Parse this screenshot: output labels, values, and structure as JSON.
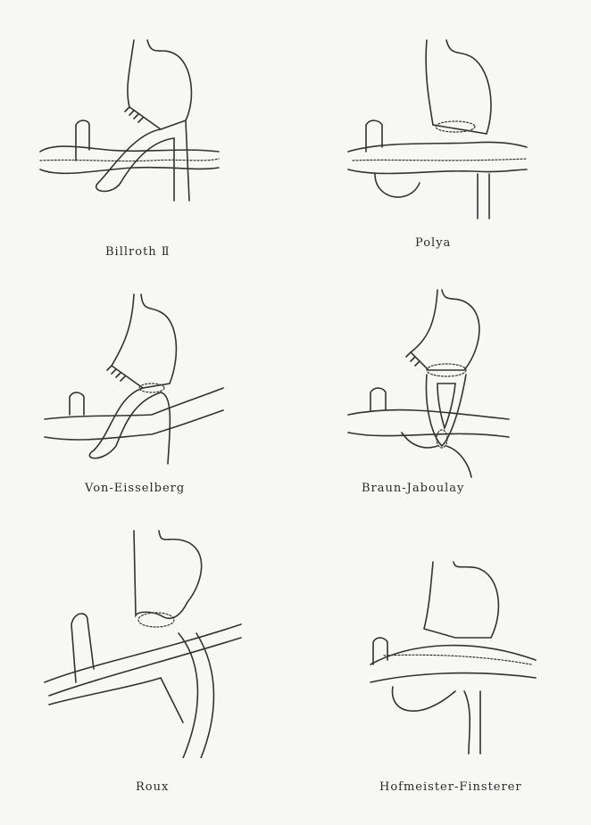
{
  "figure": {
    "panels": [
      {
        "id": "billroth-ii",
        "label": "Billroth Ⅱ"
      },
      {
        "id": "polya",
        "label": "Polya"
      },
      {
        "id": "von-eisselberg",
        "label": "Von-Eisselberg"
      },
      {
        "id": "braun-jaboulay",
        "label": "Braun-Jaboulay"
      },
      {
        "id": "roux",
        "label": "Roux"
      },
      {
        "id": "hofmeister-finsterer",
        "label": "Hofmeister-Finsterer"
      }
    ]
  }
}
